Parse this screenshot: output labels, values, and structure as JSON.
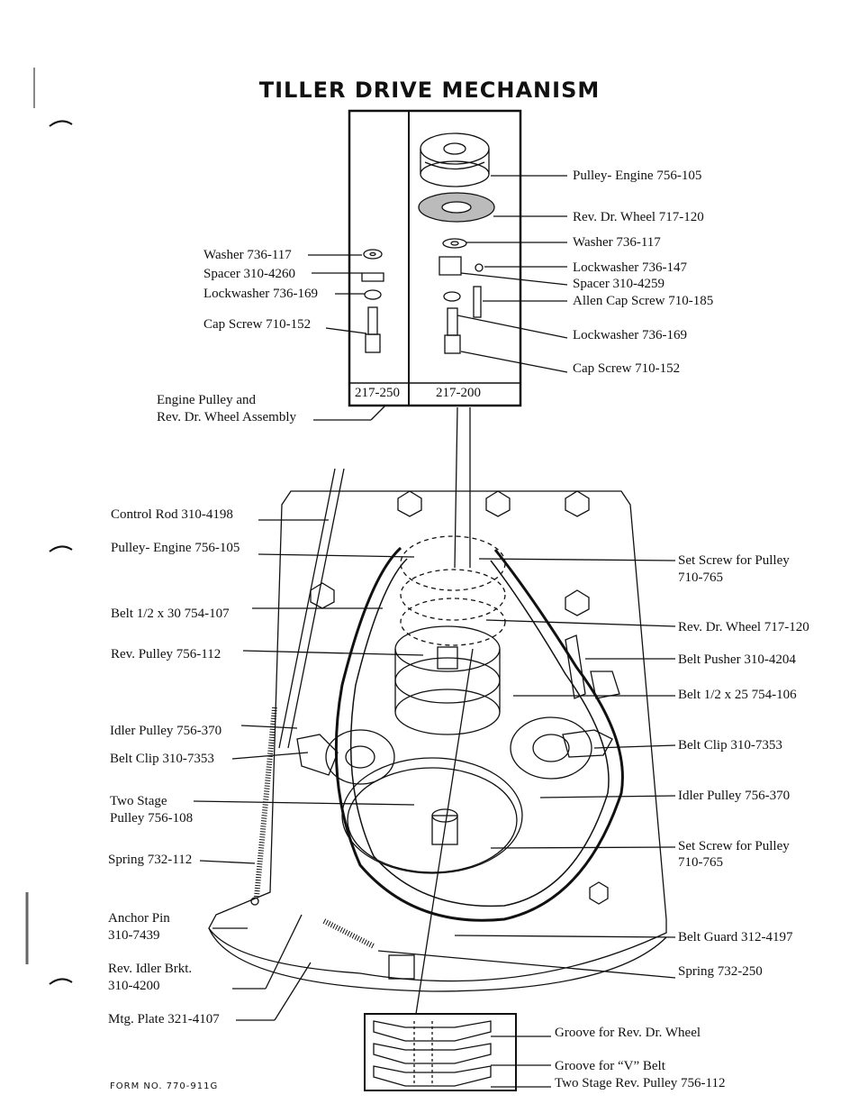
{
  "title": "TILLER DRIVE MECHANISM",
  "form_number": "FORM NO. 770-911G",
  "inset": {
    "left_box_number": "217-250",
    "right_box_number": "217-200"
  },
  "labels": {
    "pulley_engine_top": "Pulley- Engine  756-105",
    "rev_dr_wheel_top": "Rev. Dr. Wheel  717-120",
    "washer_right": "Washer  736-117",
    "lockwasher_147": "Lockwasher  736-147",
    "spacer_4259": "Spacer  310-4259",
    "allen_cap_screw": "Allen Cap Screw  710-185",
    "lockwasher_169_right": "Lockwasher  736-169",
    "cap_screw_right": "Cap Screw  710-152",
    "washer_left": "Washer  736-117",
    "spacer_4260": "Spacer  310-4260",
    "lockwasher_169_left": "Lockwasher  736-169",
    "cap_screw_left": "Cap Screw  710-152",
    "engine_pulley_assembly_1": "Engine Pulley and",
    "engine_pulley_assembly_2": "Rev. Dr. Wheel Assembly",
    "control_rod": "Control Rod  310-4198",
    "pulley_engine_main": "Pulley- Engine  756-105",
    "belt_30": "Belt 1/2 x 30  754-107",
    "rev_pulley": "Rev. Pulley  756-112",
    "idler_pulley_left": "Idler Pulley  756-370",
    "belt_clip_left": "Belt Clip  310-7353",
    "two_stage_1": "Two Stage",
    "two_stage_2": "Pulley  756-108",
    "spring_112": "Spring 732-112",
    "anchor_pin_1": "Anchor Pin",
    "anchor_pin_2": "310-7439",
    "rev_idler_brkt_1": "Rev. Idler Brkt.",
    "rev_idler_brkt_2": "310-4200",
    "mtg_plate": "Mtg. Plate  321-4107",
    "set_screw_top_1": "Set Screw for Pulley",
    "set_screw_top_2": "710-765",
    "rev_dr_wheel_main": "Rev. Dr. Wheel  717-120",
    "belt_pusher": "Belt Pusher  310-4204",
    "belt_25": "Belt 1/2 x 25  754-106",
    "belt_clip_right": "Belt Clip  310-7353",
    "idler_pulley_right": "Idler Pulley  756-370",
    "set_screw_bottom_1": "Set Screw for Pulley",
    "set_screw_bottom_2": "710-765",
    "belt_guard": "Belt Guard  312-4197",
    "spring_250": "Spring  732-250",
    "groove_rev_dr_wheel": "Groove for Rev. Dr. Wheel",
    "groove_v_belt": "Groove for “V” Belt",
    "two_stage_rev_pulley": "Two Stage Rev. Pulley 756-112"
  }
}
